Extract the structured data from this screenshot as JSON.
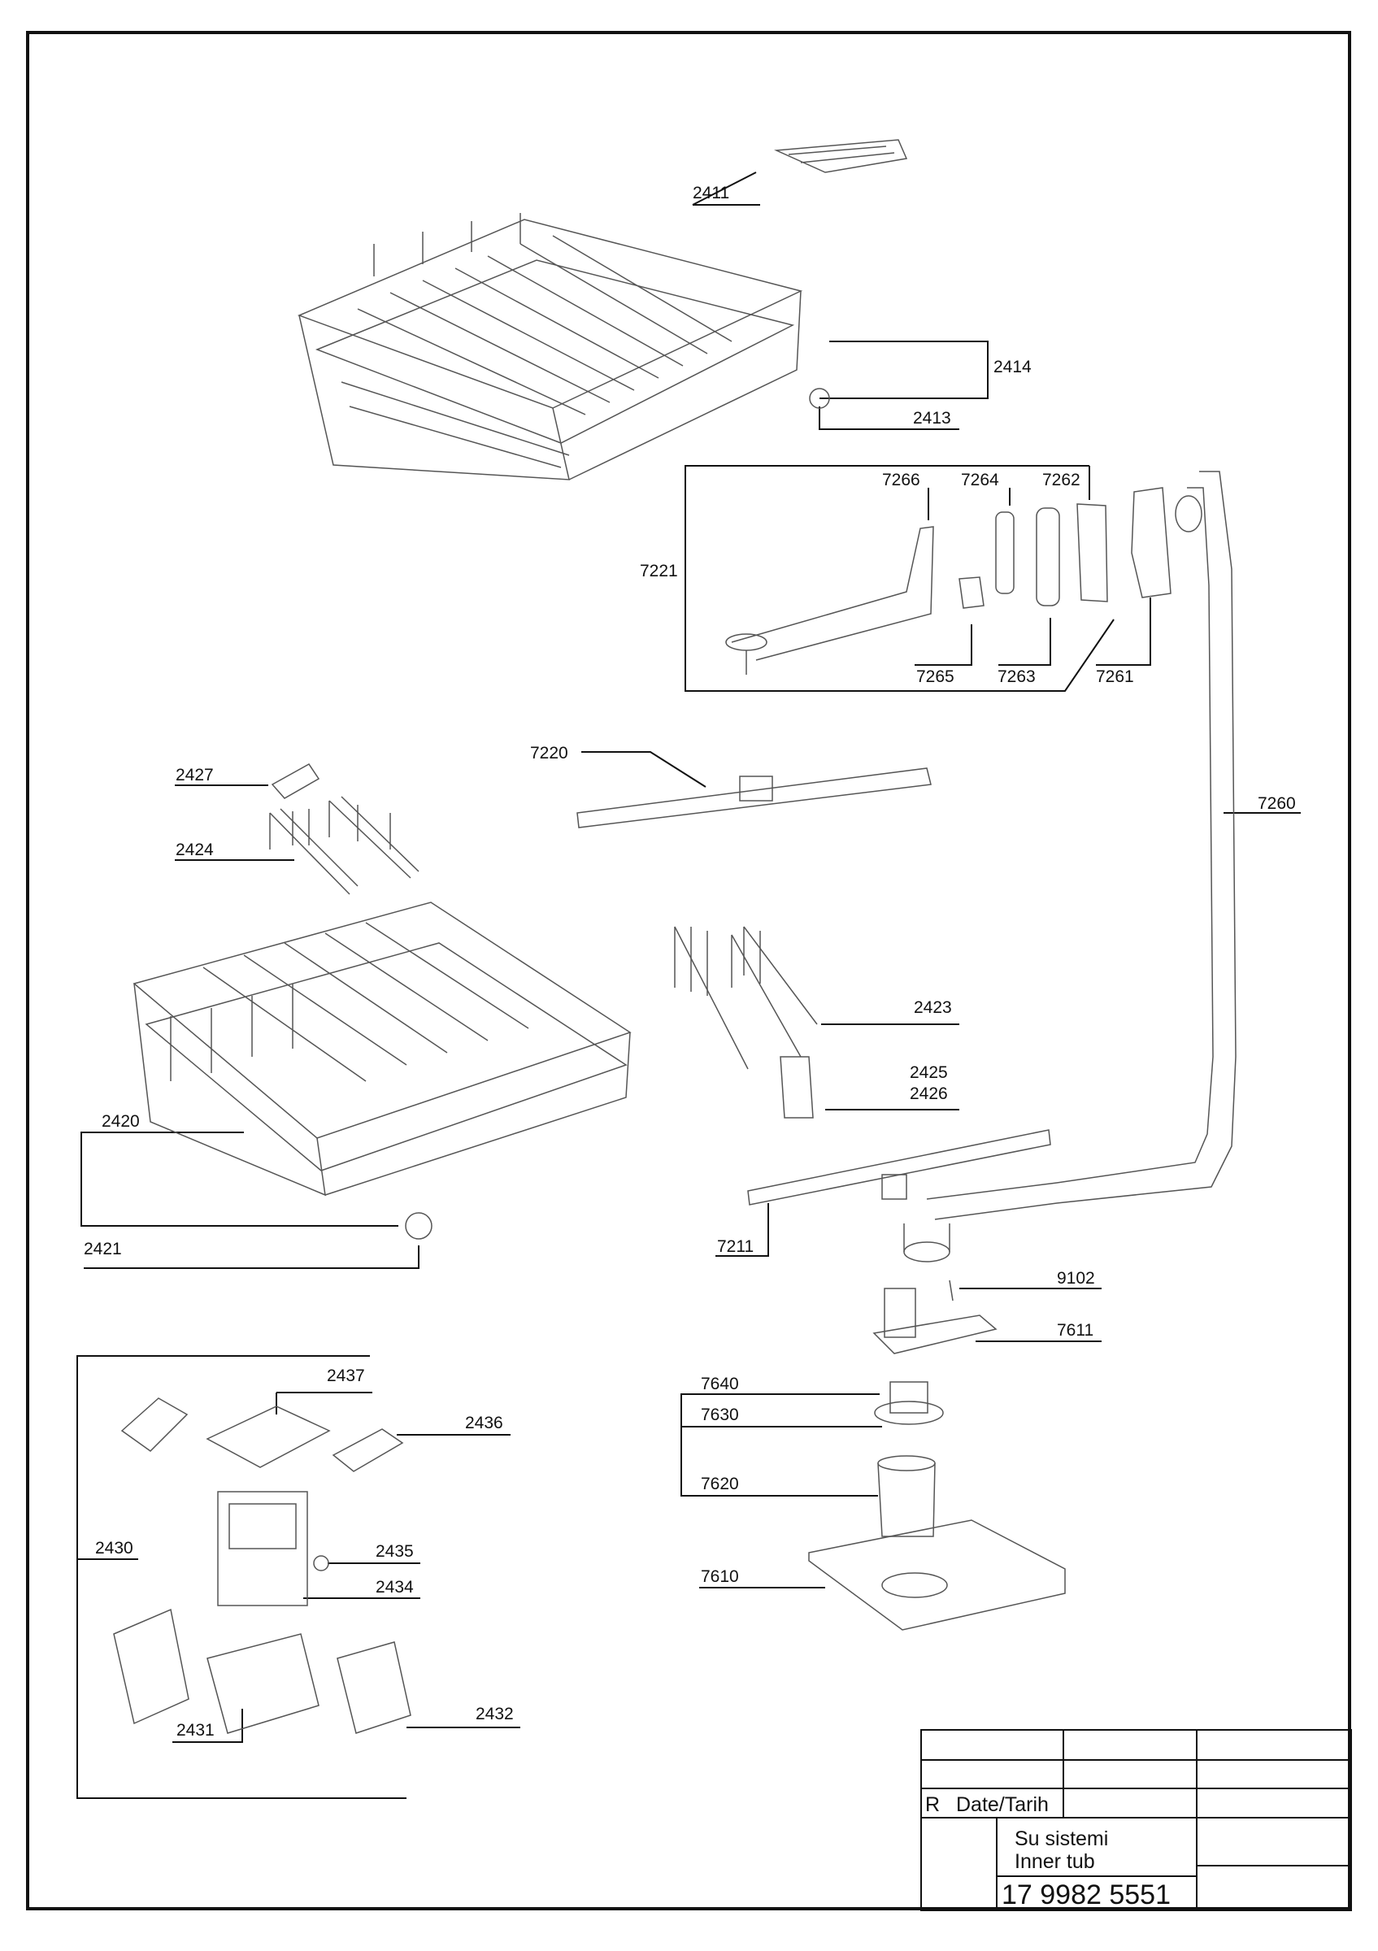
{
  "parts": {
    "p2411": "2411",
    "p2414": "2414",
    "p2413": "2413",
    "p7266": "7266",
    "p7264": "7264",
    "p7262": "7262",
    "p7221": "7221",
    "p7265": "7265",
    "p7263": "7263",
    "p7261": "7261",
    "p7220": "7220",
    "p7260": "7260",
    "p2427": "2427",
    "p2424": "2424",
    "p2423": "2423",
    "p2425": "2425",
    "p2426": "2426",
    "p2420": "2420",
    "p2421": "2421",
    "p7211": "7211",
    "p9102": "9102",
    "p7611": "7611",
    "p7640": "7640",
    "p7630": "7630",
    "p7620": "7620",
    "p7610": "7610",
    "p2437": "2437",
    "p2436": "2436",
    "p2430": "2430",
    "p2435": "2435",
    "p2434": "2434",
    "p2432": "2432",
    "p2431": "2431"
  },
  "title_block": {
    "rev_label": "R",
    "date_label": "Date/Tarih",
    "title_tr": "Su sistemi",
    "title_en": "Inner tub",
    "drawing_number": "17 9982 5551"
  },
  "colors": {
    "line": "#111111",
    "part_stroke": "#555555",
    "background": "#ffffff"
  }
}
